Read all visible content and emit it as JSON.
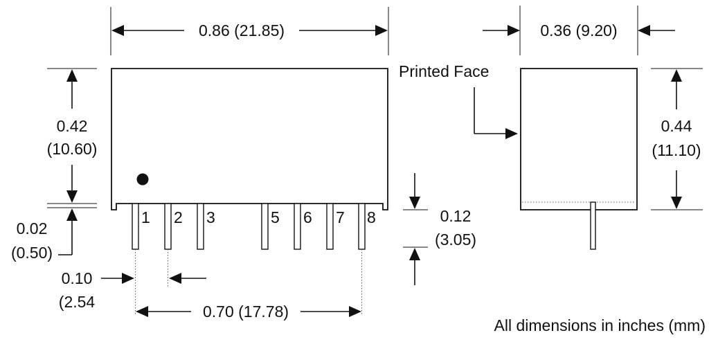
{
  "dimensions": {
    "overall_width": "0.86 (21.85)",
    "side_width": "0.36 (9.20)",
    "body_height_in": "0.42",
    "body_height_mm": "(10.60)",
    "side_height_in": "0.44",
    "side_height_mm": "(11.10)",
    "pin_length_in": "0.12",
    "pin_length_mm": "(3.05)",
    "standoff_in": "0.02",
    "standoff_mm": "(0.50)",
    "pin_pitch_in": "0.10",
    "pin_pitch_mm": "(2.54",
    "pin_span": "0.70 (17.78)"
  },
  "pins": [
    "1",
    "2",
    "3",
    "5",
    "6",
    "7",
    "8"
  ],
  "labels": {
    "printed_face": "Printed Face",
    "units_note": "All dimensions in inches (mm)"
  }
}
